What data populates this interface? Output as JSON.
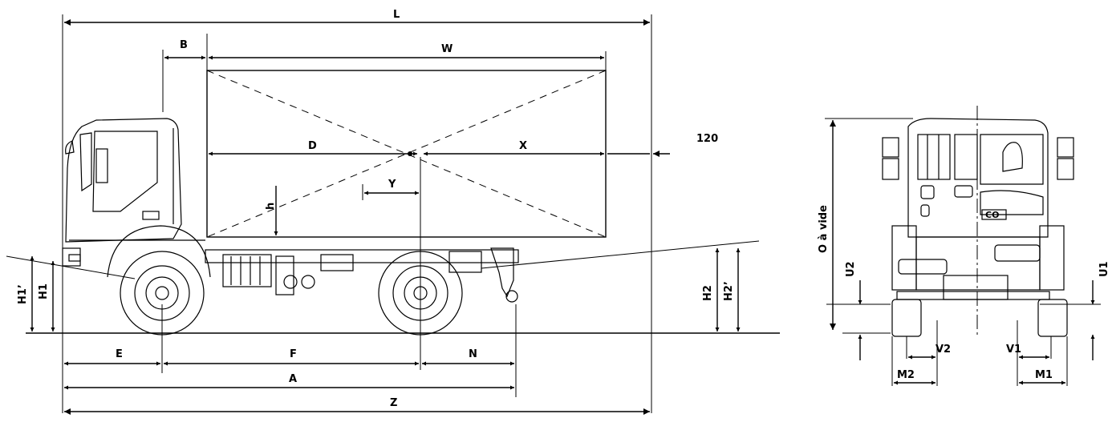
{
  "side_view": {
    "labels": {
      "L": "L",
      "B": "B",
      "W": "W",
      "D": "D",
      "X": "X",
      "Y": "Y",
      "h": "h",
      "E": "E",
      "F": "F",
      "N": "N",
      "A": "A",
      "Z": "Z",
      "H1": "H1",
      "H1p": "H1’",
      "H2": "H2",
      "H2p": "H2’",
      "dim120": "120"
    }
  },
  "front_view": {
    "labels": {
      "O": "O à vide",
      "U2": "U2",
      "U1": "U1",
      "V1": "V1",
      "V2": "V2",
      "M1": "M1",
      "M2": "M2",
      "badge": "CO"
    }
  }
}
